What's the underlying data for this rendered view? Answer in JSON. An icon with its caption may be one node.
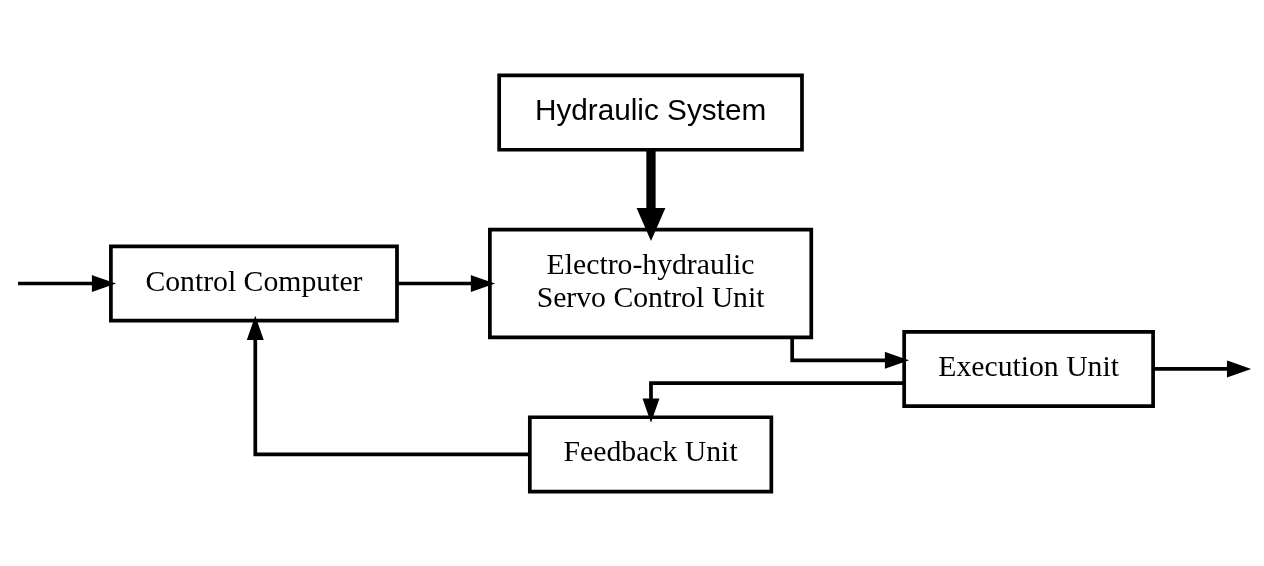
{
  "diagram": {
    "nodes": [
      {
        "text": [
          "Hydraulic System"
        ]
      },
      {
        "text": [
          "Control Computer"
        ]
      },
      {
        "text": [
          "Electro-hydraulic Servo Control Unit"
        ]
      },
      {
        "text": [
          "Execution Unit"
        ]
      },
      {
        "text": [
          "Feedback Unit"
        ]
      }
    ],
    "edges": [
      {
        "from": null,
        "to": 1,
        "arrow": "to"
      },
      {
        "from": 0,
        "to": 2,
        "arrow": "to",
        "style": "thick"
      },
      {
        "from": 1,
        "to": 2,
        "arrow": "to"
      },
      {
        "from": 2,
        "to": 3,
        "arrow": "to"
      },
      {
        "from": 3,
        "to": null,
        "arrow": "to"
      },
      {
        "from": 3,
        "to": 4,
        "arrow": "to"
      },
      {
        "from": 4,
        "to": 1,
        "arrow": "to"
      }
    ]
  }
}
